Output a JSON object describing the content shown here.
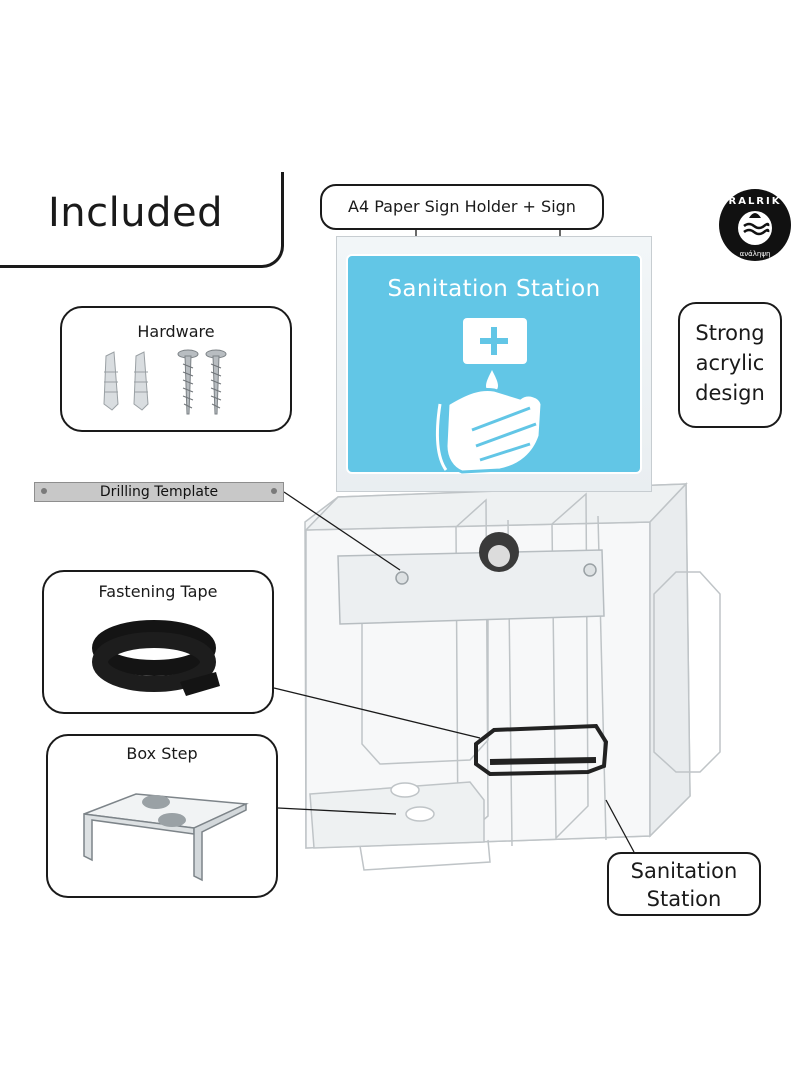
{
  "heading": "Included",
  "callouts": {
    "a4": "A4 Paper Sign Holder + Sign",
    "hardware": "Hardware",
    "strong": "Strong\nacrylic\ndesign",
    "drilling": "Drilling Template",
    "tape": "Fastening Tape",
    "step": "Box Step",
    "station": "Sanitation\nStation"
  },
  "sign": {
    "title": "Sanitation Station"
  },
  "logo": {
    "brand": "RALRIK",
    "tagline": "ανάληψη"
  },
  "colors": {
    "sign_blue": "#62c6e6",
    "outline": "#1a1a1a"
  }
}
